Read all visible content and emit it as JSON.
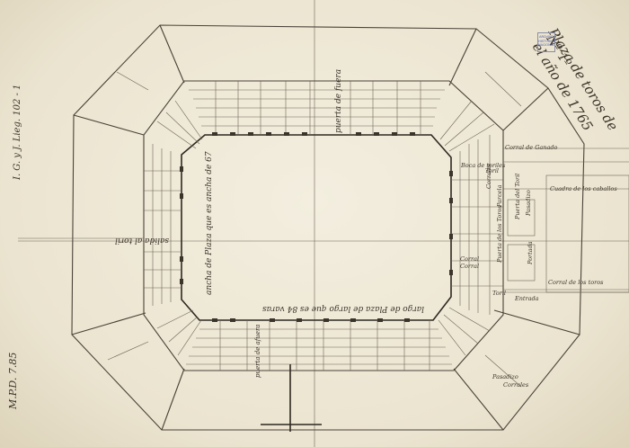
{
  "title": {
    "line1": "Plaza de toros de",
    "line2": "el año de 1765",
    "number": "Nº 1º"
  },
  "stamp": {
    "line1": "ARCHIVO",
    "line2": "HISTÓRICO",
    "line3": "NACIONAL"
  },
  "reference_left": "I. G. y J. Lieg. 102 - 1",
  "signature_code": "M.P.D. 7.85",
  "labels": {
    "north_gate": "puerta de fuera",
    "west_side": "salida al toril",
    "west_inner": "ancha de Plaza que es ancha de 67",
    "south_inner": "largo de Plaza de largo que es 84 varas",
    "south_gate": "puerta de afuera",
    "east_1": "Corral de Ganado",
    "east_2": "Cuadra de los caballos",
    "east_3": "Boca de toriles",
    "east_4": "Toril",
    "east_5": "Corrales",
    "east_6": "Parcela",
    "east_7": "Puerta del Toril",
    "east_8": "Pasadizo",
    "east_9": "Corral",
    "east_10": "Corral",
    "east_11": "Corral de los toros",
    "east_12": "Puerta de los Toros",
    "east_13": "Portada",
    "east_14": "Toril",
    "east_15": "Entrada",
    "east_16": "Pasadizo",
    "east_17": "Corrales"
  }
}
